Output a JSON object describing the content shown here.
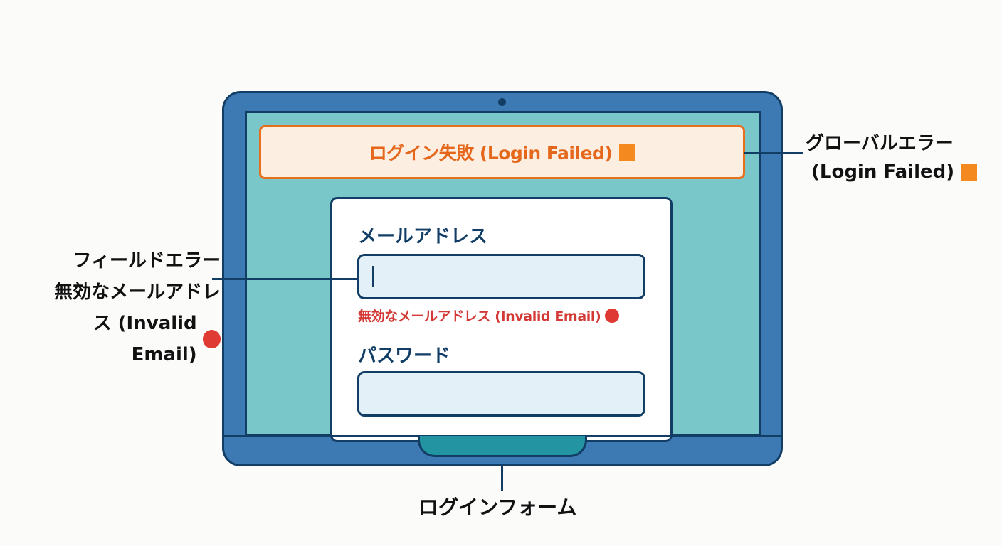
{
  "diagram": {
    "global_error_banner": {
      "text": "ログイン失敗 (Login Failed)",
      "marker_color": "#f4891f"
    },
    "form": {
      "email": {
        "label": "メールアドレス",
        "value": "",
        "error": "無効なメールアドレス (Invalid Email)",
        "error_marker_color": "#e03a35"
      },
      "password": {
        "label": "パスワード",
        "value": ""
      }
    },
    "annotations": {
      "global_error": {
        "line1": "グローバルエラー",
        "line2": "(Login Failed)"
      },
      "field_error": {
        "line1": "フィールドエラー",
        "line2": "無効なメールアドレ",
        "line3": "ス (Invalid Email)"
      },
      "login_form": "ログインフォーム"
    },
    "colors": {
      "bezel": "#3d7ab3",
      "outline": "#123e66",
      "screen": "#79c7c9",
      "banner_bg": "#fdeee2",
      "banner_border": "#e86f1e",
      "input_bg": "#e4f0f8",
      "error_text": "#d33a36"
    }
  }
}
